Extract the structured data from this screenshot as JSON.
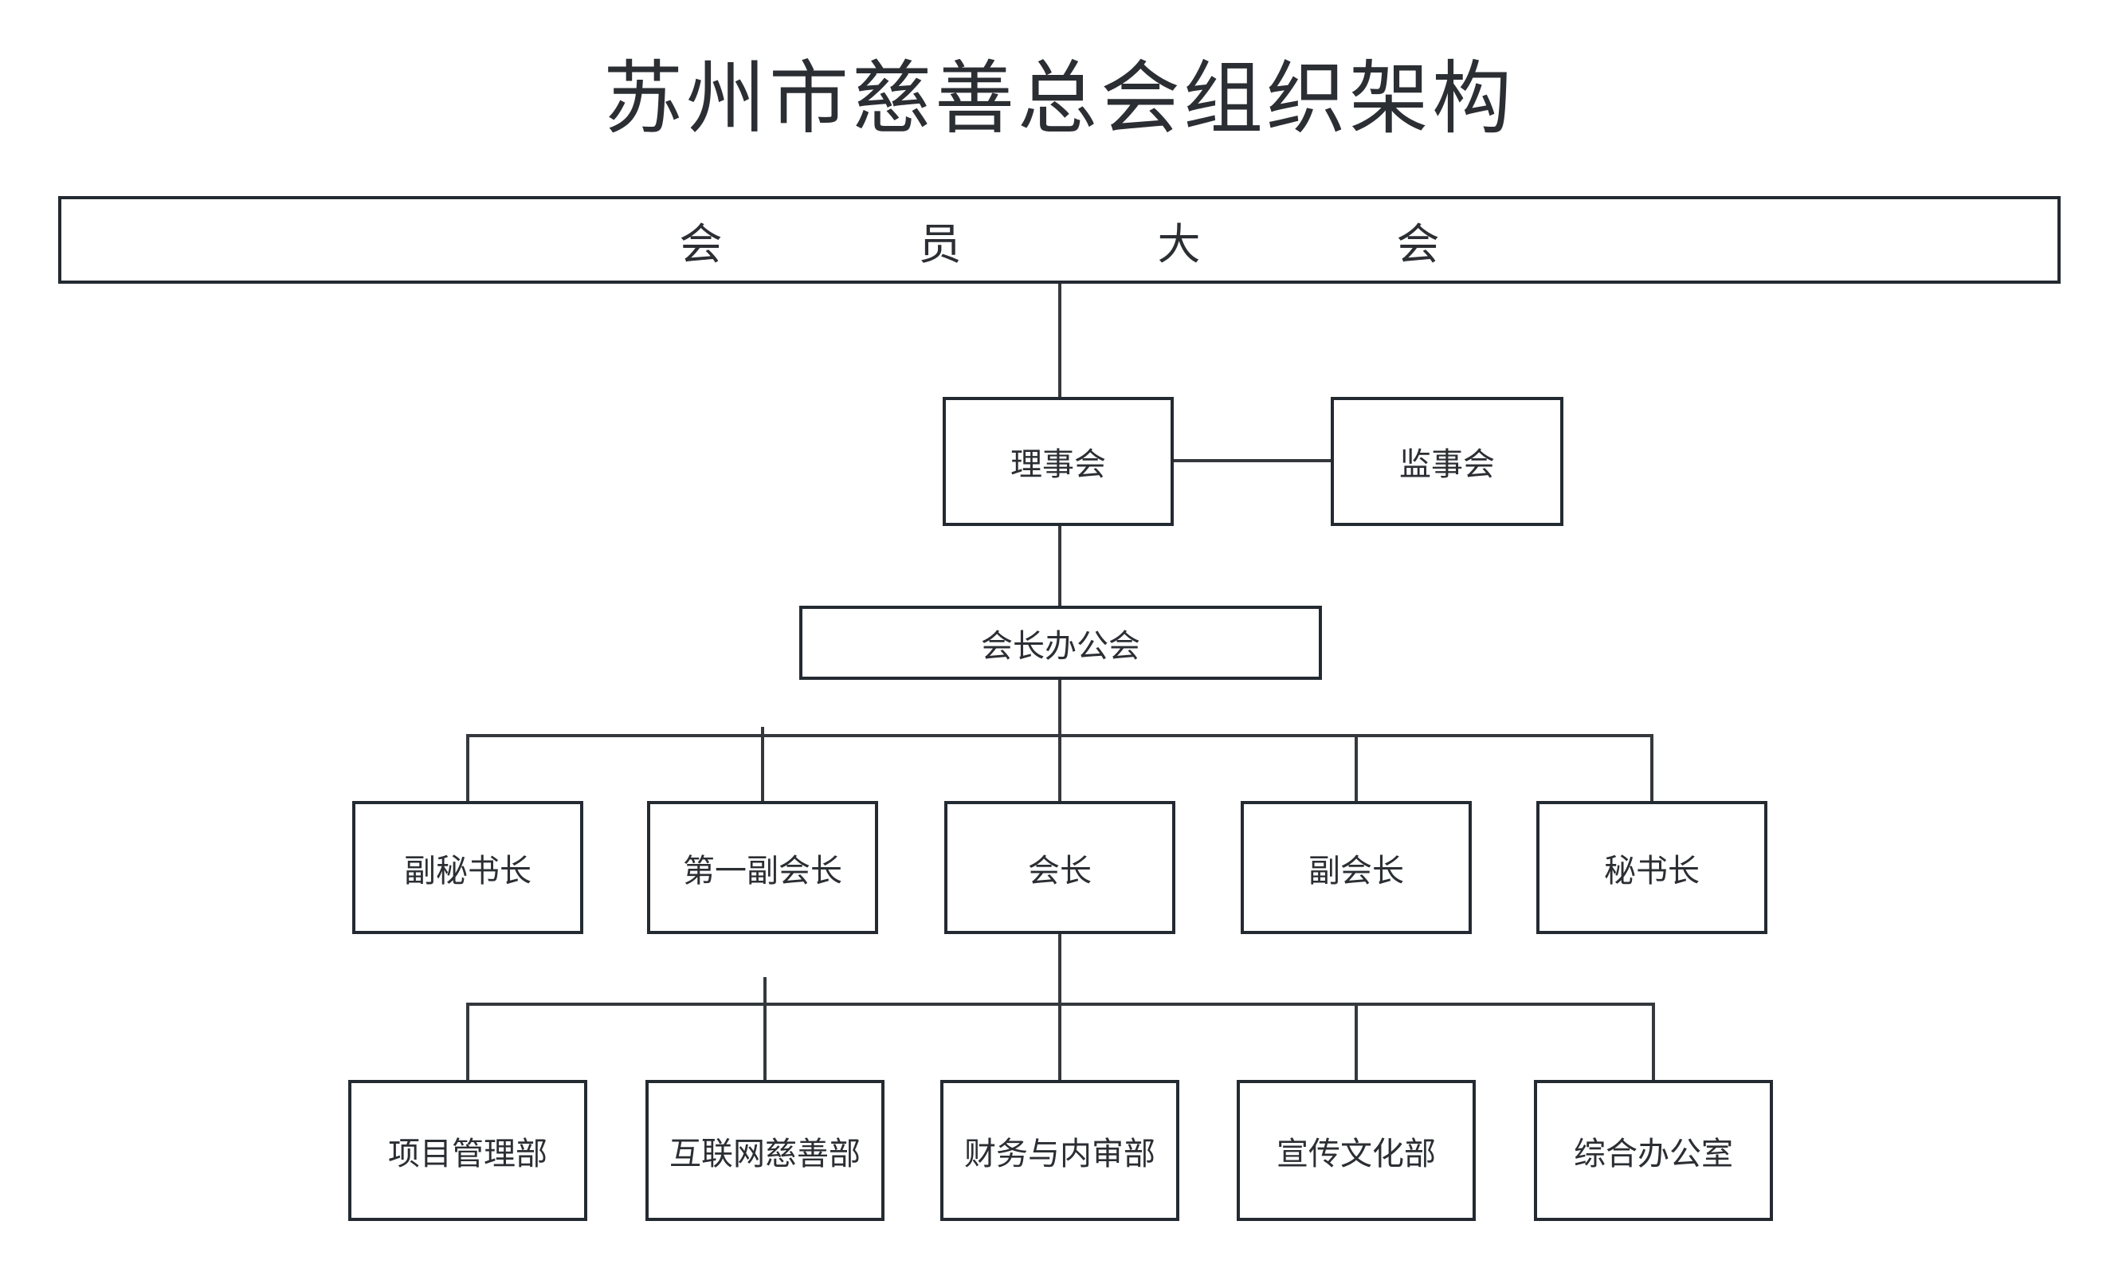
{
  "page": {
    "title": "苏州市慈善总会组织架构",
    "background": "#ffffff"
  },
  "colors": {
    "text": "#2b2e33",
    "node_border": "#242a32",
    "connector": "#35383c",
    "node_fill": "#ffffff"
  },
  "org": {
    "root": {
      "label": "会员大会"
    },
    "board": {
      "label": "理事会"
    },
    "supervisory": {
      "label": "监事会"
    },
    "office": {
      "label": "会长办公会"
    },
    "executives": [
      {
        "label": "副秘书长"
      },
      {
        "label": "第一副会长"
      },
      {
        "label": "会长"
      },
      {
        "label": "副会长"
      },
      {
        "label": "秘书长"
      }
    ],
    "departments": [
      {
        "label": "项目管理部"
      },
      {
        "label": "互联网慈善部"
      },
      {
        "label": "财务与内审部"
      },
      {
        "label": "宣传文化部"
      },
      {
        "label": "综合办公室"
      }
    ]
  }
}
